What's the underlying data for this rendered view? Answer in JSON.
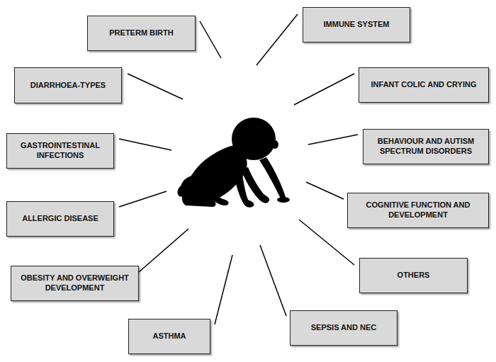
{
  "diagram": {
    "nodes": [
      {
        "text": [
          "PRETERM BIRTH"
        ]
      },
      {
        "text": [
          "IMMUNE SYSTEM"
        ]
      },
      {
        "text": [
          "DIARRHOEA-TYPES"
        ]
      },
      {
        "text": [
          "INFANT COLIC AND CRYING"
        ]
      },
      {
        "text": [
          "GASTROINTESTINAL INFECTIONS"
        ]
      },
      {
        "text": [
          "BEHAVIOUR AND AUTISM SPECTRUM DISORDERS"
        ]
      },
      {
        "text": [
          "ALLERGIC DISEASE"
        ]
      },
      {
        "text": [
          "COGNITIVE FUNCTION AND DEVELOPMENT"
        ]
      },
      {
        "text": [
          "OBESITY AND OVERWEIGHT DEVELOPMENT"
        ]
      },
      {
        "text": [
          "OTHERS"
        ]
      },
      {
        "text": [
          "ASTHMA"
        ]
      },
      {
        "text": [
          "SEPSIS AND NEC"
        ]
      }
    ]
  }
}
